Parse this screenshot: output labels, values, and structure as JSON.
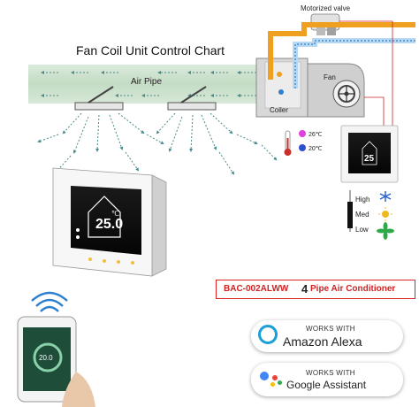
{
  "diagram": {
    "title": "Fan Coil Unit Control Chart",
    "air_pipe_label": "Air Pipe",
    "valve_label": "Motorized valve",
    "fan_label": "Fan",
    "coiler_label": "Coiler",
    "temp_hot": "26℃",
    "temp_cold": "20℃",
    "speed_levels": [
      "High",
      "Med",
      "Low"
    ],
    "thermostat_display": "25.0",
    "thermostat_unit": "℃",
    "small_display": "25",
    "phone_display": "20.0"
  },
  "product": {
    "model": "BAC-002ALWW",
    "pipe_number": "4",
    "pipe_text": "Pipe Air Conditioner"
  },
  "alexa_badge": {
    "works_with": "WORKS WITH",
    "name": "Amazon Alexa"
  },
  "google_badge": {
    "works_with": "WORKS WITH",
    "name": "Google Assistant"
  },
  "colors": {
    "accent_red": "#d22222",
    "hot_pipe": "#f0a020",
    "cold_pipe": "#5aa8e0",
    "air_pipe": "#cfe3cf",
    "arrow": "#4a8a8a"
  }
}
